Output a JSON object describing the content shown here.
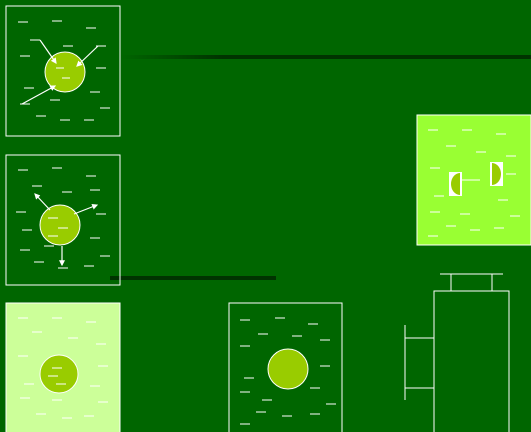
{
  "slide": {
    "background_color": "#006600",
    "accent_color": "#99CC00",
    "line_color": "#FFFFFF",
    "light_fill_color": "#CCFF99",
    "bright_fill_color": "#99FF33"
  },
  "panels": [
    {
      "id": "inward-flow",
      "fill": "none",
      "arrows": "inward"
    },
    {
      "id": "outward-flow",
      "fill": "none",
      "arrows": "outward"
    },
    {
      "id": "light-solution",
      "fill": "light",
      "arrows": "none"
    },
    {
      "id": "plain-solution",
      "fill": "none",
      "arrows": "none"
    },
    {
      "id": "split-cell",
      "fill": "bright",
      "arrows": "none"
    }
  ]
}
